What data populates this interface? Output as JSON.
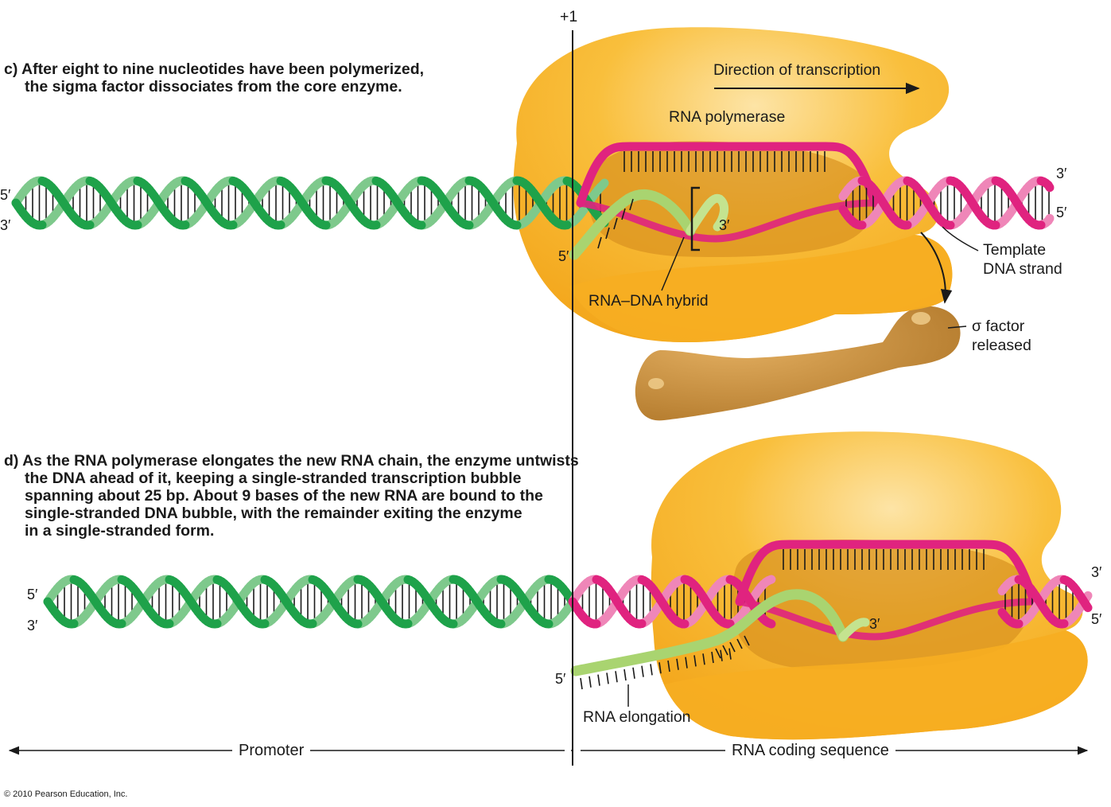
{
  "panel_c": {
    "caption_lines": [
      "c) After eight to nine nucleotides have been polymerized,",
      "the sigma factor dissociates from the core enzyme."
    ],
    "direction_label": "Direction of transcription",
    "enzyme_label": "RNA polymerase",
    "hybrid_label": "RNA–DNA hybrid",
    "template_label_lines": [
      "Template",
      "DNA strand"
    ],
    "sigma_label_lines": [
      "σ factor",
      "released"
    ],
    "left_top_end": "5′",
    "left_bottom_end": "3′",
    "right_top_end": "3′",
    "right_bottom_end": "5′",
    "rna_5_end": "5′",
    "rna_3_end": "3′"
  },
  "panel_d": {
    "caption_lines": [
      "d) As the RNA polymerase elongates the new RNA chain, the enzyme untwists",
      "the DNA ahead of it, keeping a single-stranded transcription bubble",
      "spanning about 25 bp. About 9 bases of the new RNA are bound to the",
      "single-stranded DNA bubble, with the remainder exiting the enzyme",
      "in a single-stranded form."
    ],
    "elongation_label": "RNA elongation",
    "left_top_end": "5′",
    "left_bottom_end": "3′",
    "right_top_end": "3′",
    "right_bottom_end": "5′",
    "rna_5_end": "5′",
    "rna_3_end": "3′"
  },
  "start_marker": "+1",
  "regions": {
    "promoter": "Promoter",
    "coding": "RNA coding sequence"
  },
  "copyright": "© 2010 Pearson Education, Inc.",
  "colors": {
    "enzyme": "#f8b42a",
    "enzyme_dark": "#d8901c",
    "sigma": "#bd8432",
    "dna_green": "#1ea24a",
    "dna_green_light": "#7ec98c",
    "dna_pink": "#e0237f",
    "dna_pink_light": "#ef86b8",
    "rna": "#b8dc7a"
  }
}
